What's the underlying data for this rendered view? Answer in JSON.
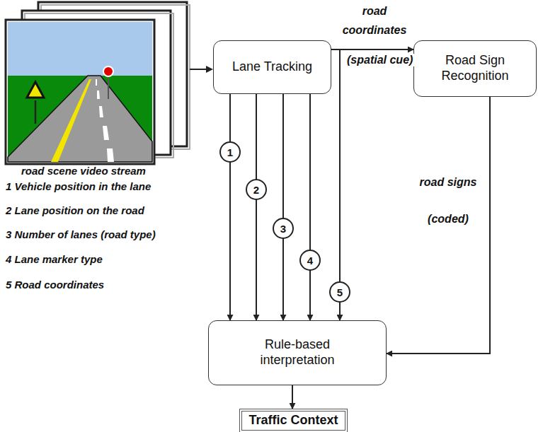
{
  "diagram": {
    "nodes": [
      {
        "text": [
          "Lane Tracking"
        ]
      },
      {
        "text": [
          "Road Sign Recognition"
        ]
      },
      {
        "text": [
          "Rule-based interpretation"
        ]
      },
      {
        "text": [
          "Traffic Context"
        ]
      }
    ],
    "edges": [
      {
        "from": 0,
        "to": 1,
        "label": "road coordinates",
        "arrow": "to"
      },
      {
        "from": 0,
        "to": 2,
        "label": "1",
        "arrow": "to"
      },
      {
        "from": 0,
        "to": 2,
        "label": "2",
        "arrow": "to"
      },
      {
        "from": 0,
        "to": 2,
        "label": "3",
        "arrow": "to"
      },
      {
        "from": 0,
        "to": 2,
        "label": "4",
        "arrow": "to"
      },
      {
        "from": 0,
        "to": 2,
        "label": "5",
        "arrow": "to"
      },
      {
        "from": 1,
        "to": 2,
        "label": "road signs (coded)",
        "arrow": "to"
      },
      {
        "from": 2,
        "to": 3,
        "arrow": "to"
      }
    ],
    "labels": [
      "(spatial cue)",
      "road scene video stream",
      "1 Vehicle position in the lane",
      "2 Lane position on the road",
      "3 Number of lanes (road type)",
      "4 Lane marker type",
      "5 Road coordinates"
    ]
  }
}
